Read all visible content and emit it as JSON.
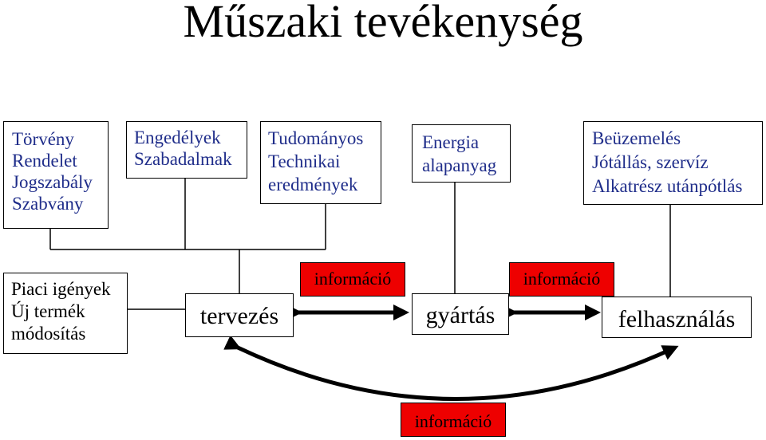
{
  "title": "Műszaki tevékenység",
  "top_boxes": {
    "law": [
      "Törvény",
      "Rendelet",
      "Jogszabály",
      "Szabvány"
    ],
    "permits": [
      "Engedélyek",
      "Szabadalmak"
    ],
    "science": [
      "Tudományos",
      "Technikai",
      "eredmények"
    ],
    "energy": [
      "Energia",
      "alapanyag"
    ],
    "service": [
      "Beüzemelés",
      "Jótállás, szervíz",
      "Alkatrész utánpótlás"
    ]
  },
  "market_box": [
    "Piaci igények",
    "Új termék",
    "módosítás"
  ],
  "process": {
    "design": "tervezés",
    "production": "gyártás",
    "usage": "felhasználás"
  },
  "info_labels": {
    "design_production": "információ",
    "production_usage": "információ",
    "bottom": "információ"
  },
  "colors": {
    "info_box": "#ee0000",
    "top_box_text": "#1f2d8a",
    "lines": "#000000"
  }
}
